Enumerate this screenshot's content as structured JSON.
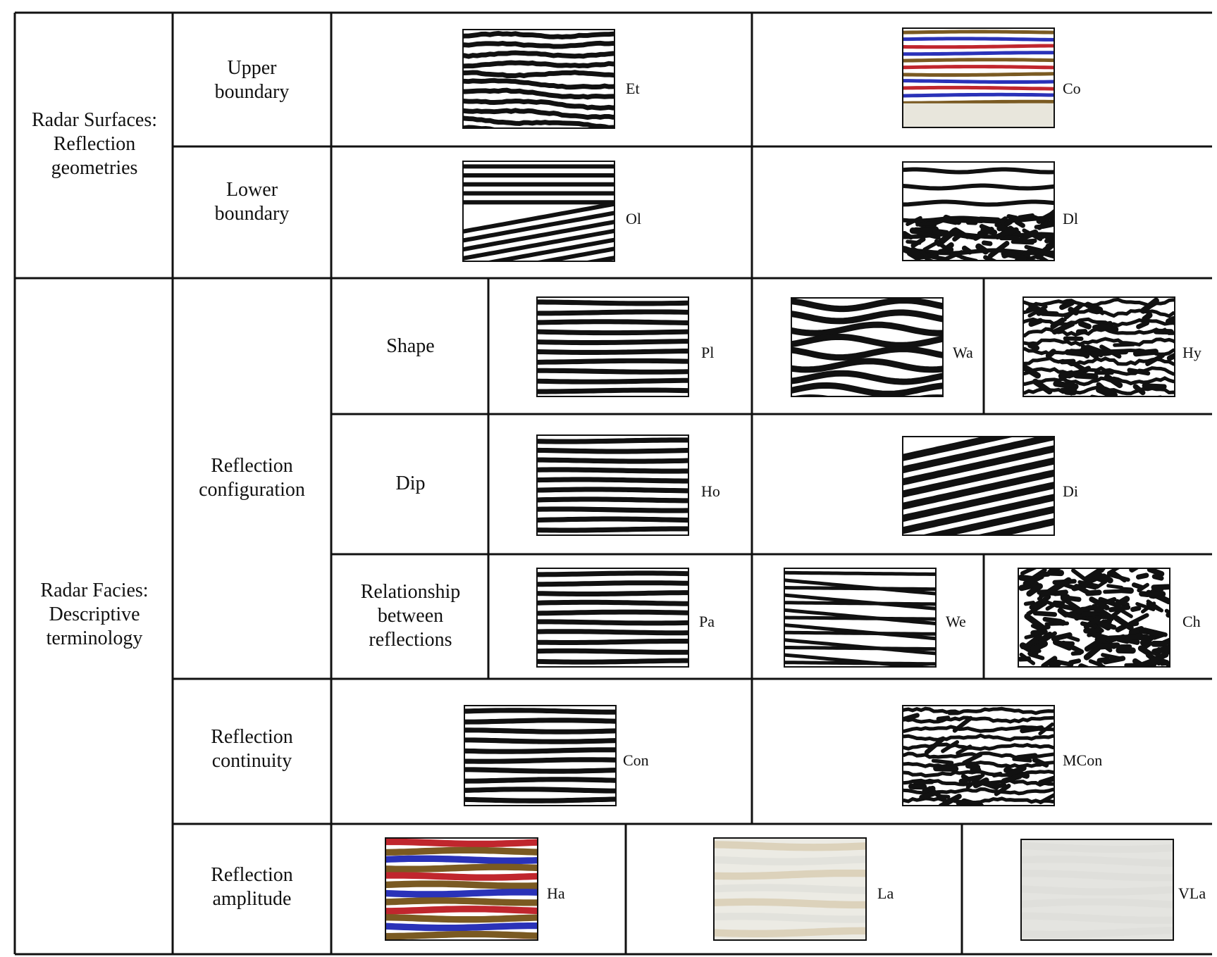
{
  "categories": {
    "surfaces": "Radar Surfaces: Reflection geometries",
    "facies": "Radar Facies: Descriptive terminology"
  },
  "rows": {
    "upper_boundary": "Upper boundary",
    "lower_boundary": "Lower boundary",
    "reflection_configuration": "Reflection configuration",
    "shape": "Shape",
    "dip": "Dip",
    "relationship": "Relationship between reflections",
    "reflection_continuity": "Reflection continuity",
    "reflection_amplitude": "Reflection amplitude"
  },
  "panels": [
    {
      "code": "Et",
      "pattern": "erosional-truncation-stripes",
      "palette": "bw"
    },
    {
      "code": "Co",
      "pattern": "concordant-colored",
      "palette": "red-blue-brown"
    },
    {
      "code": "Ol",
      "pattern": "onlap-stripes",
      "palette": "bw"
    },
    {
      "code": "Dl",
      "pattern": "downlap-chaotic-base",
      "palette": "bw"
    },
    {
      "code": "Pl",
      "pattern": "planar",
      "palette": "bw"
    },
    {
      "code": "Wa",
      "pattern": "wavy",
      "palette": "bw"
    },
    {
      "code": "Hy",
      "pattern": "hyperbolic",
      "palette": "bw"
    },
    {
      "code": "Ho",
      "pattern": "horizontal",
      "palette": "bw"
    },
    {
      "code": "Di",
      "pattern": "dipping",
      "palette": "bw"
    },
    {
      "code": "Pa",
      "pattern": "parallel",
      "palette": "bw"
    },
    {
      "code": "We",
      "pattern": "wedge",
      "palette": "bw"
    },
    {
      "code": "Ch",
      "pattern": "chaotic",
      "palette": "bw"
    },
    {
      "code": "Con",
      "pattern": "continuous",
      "palette": "bw"
    },
    {
      "code": "MCon",
      "pattern": "moderately-continuous",
      "palette": "bw"
    },
    {
      "code": "Ha",
      "pattern": "high-amplitude",
      "palette": "red-blue-brown"
    },
    {
      "code": "La",
      "pattern": "low-amplitude",
      "palette": "pale-tan"
    },
    {
      "code": "VLa",
      "pattern": "very-low-amplitude",
      "palette": "pale-grey"
    }
  ],
  "colors": {
    "line": "#111111",
    "stripe_dark": "#111111",
    "red": "#c0262d",
    "blue": "#2a32b8",
    "brown": "#7a5a22",
    "tan": "#c9b489",
    "pale": "#d8d8d2"
  }
}
